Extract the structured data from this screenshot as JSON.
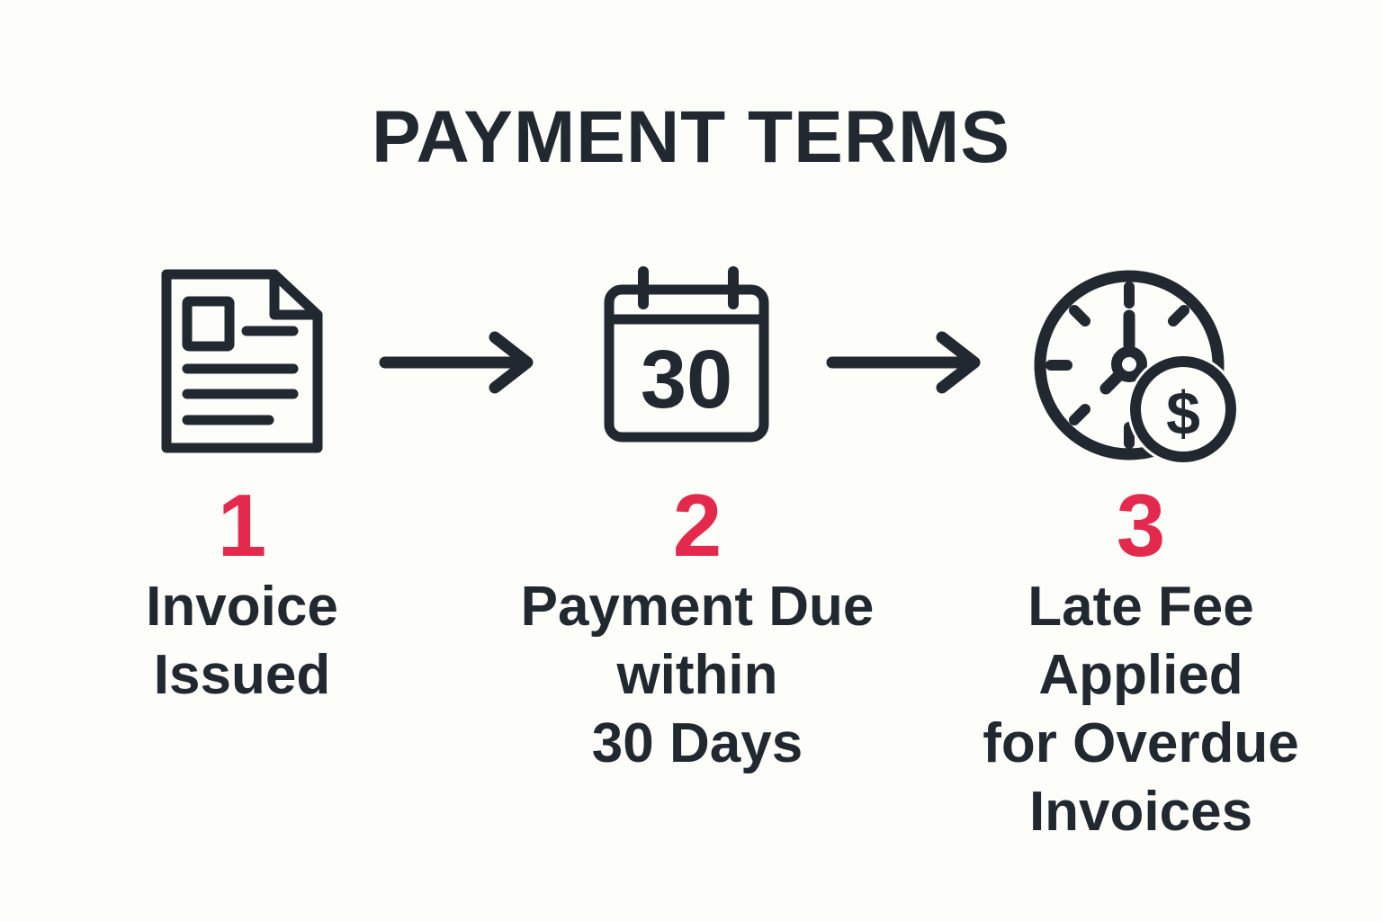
{
  "title": "PAYMENT TERMS",
  "colors": {
    "ink": "#212830",
    "accent_red": "#E32A4D",
    "background": "#FDFDFA"
  },
  "icons": {
    "step1": "invoice-document-icon",
    "step2": "calendar-30-icon",
    "step3": "clock-dollar-icon",
    "connector": "arrow-right-icon"
  },
  "steps": [
    {
      "number": "1",
      "label_lines": [
        "Invoice",
        "Issued"
      ]
    },
    {
      "number": "2",
      "icon_text": "30",
      "label_lines": [
        "Payment Due",
        "within",
        "30 Days"
      ]
    },
    {
      "number": "3",
      "icon_currency": "$",
      "label_lines": [
        "Late Fee",
        "Applied",
        "for Overdue",
        "Invoices"
      ]
    }
  ]
}
